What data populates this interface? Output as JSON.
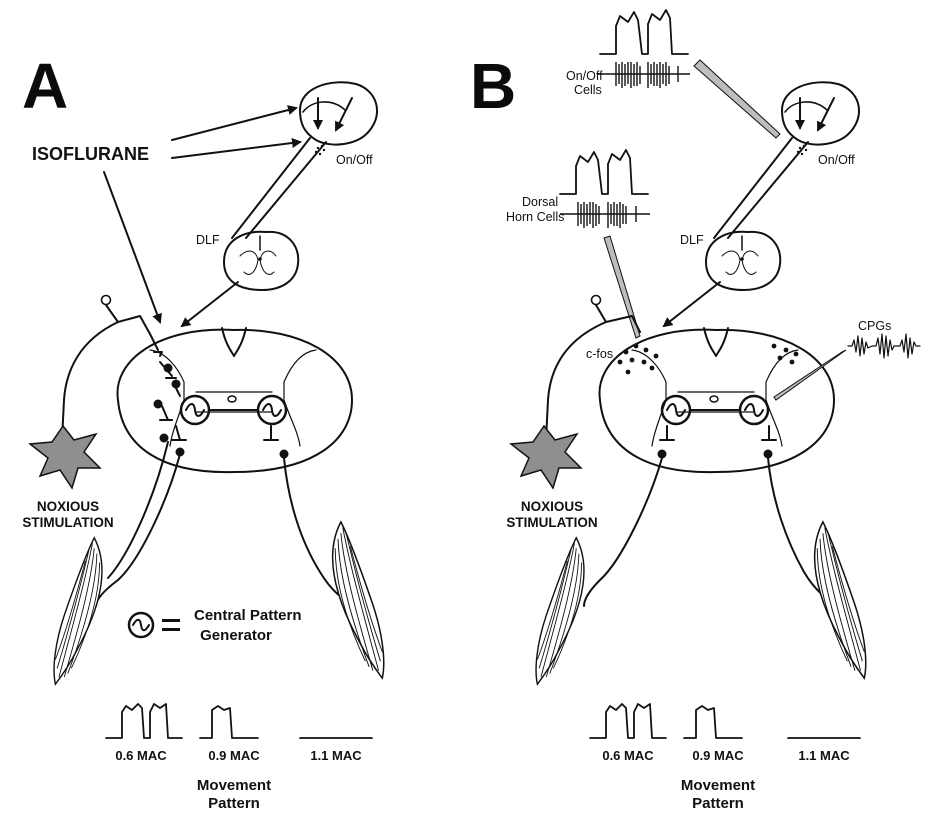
{
  "colors": {
    "ink": "#111111",
    "background": "#ffffff",
    "star_fill": "#8f8f8f",
    "pipette": "#bdbdbd"
  },
  "panels": [
    {
      "letter": "A",
      "isoflurane": "ISOFLURANE",
      "on_off": "On/Off",
      "dlf": "DLF",
      "noxious_line1": "NOXIOUS",
      "noxious_line2": "STIMULATION",
      "legend_line1": "Central Pattern",
      "legend_line2": "Generator",
      "mac_labels": [
        "0.6 MAC",
        "0.9 MAC",
        "1.1 MAC"
      ],
      "movement_line1": "Movement",
      "movement_line2": "Pattern"
    },
    {
      "letter": "B",
      "on_off_cells_line1": "On/Off",
      "on_off_cells_line2": "Cells",
      "dorsal_line1": "Dorsal",
      "dorsal_line2": "Horn Cells",
      "on_off": "On/Off",
      "dlf": "DLF",
      "cpgs": "CPGs",
      "cfos": "c-fos",
      "noxious_line1": "NOXIOUS",
      "noxious_line2": "STIMULATION",
      "mac_labels": [
        "0.6 MAC",
        "0.9 MAC",
        "1.1 MAC"
      ],
      "movement_line1": "Movement",
      "movement_line2": "Pattern"
    }
  ],
  "icons": [
    "wave-icon",
    "star-icon",
    "muscle-icon",
    "electrode-icon",
    "spike-train-icon",
    "brain-icon"
  ]
}
